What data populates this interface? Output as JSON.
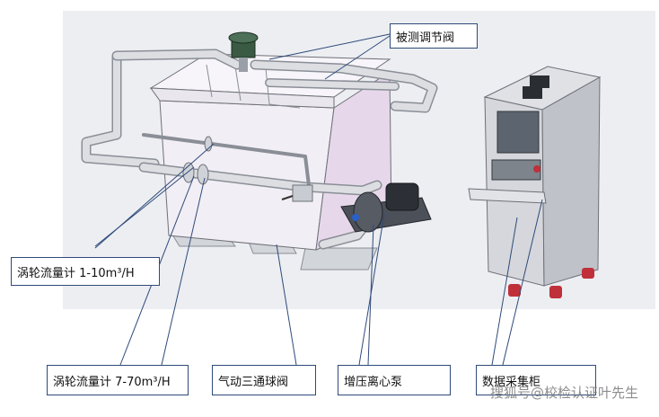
{
  "labels": {
    "valve_under_test": "被测调节阀",
    "turbine_flowmeter_small": "涡轮流量计 1-10m³/H",
    "turbine_flowmeter_large": "涡轮流量计 7-70m³/H",
    "pneumatic_three_way_ball_valve": "气动三通球阀",
    "booster_centrifugal_pump": "增压离心泵",
    "data_acquisition_cabinet": "数据采集柜"
  },
  "watermark": "搜狐号@校检认证叶先生",
  "colors": {
    "leader_line": "#2f4a7a",
    "tank_body": "#f2eef5",
    "tank_side": "#e6d8ea",
    "pipe": "#d8dade",
    "cabinet": "#c9ccd2",
    "screen": "#5c6470",
    "caster": "#c0303a",
    "backdrop": "#e9eaee"
  }
}
